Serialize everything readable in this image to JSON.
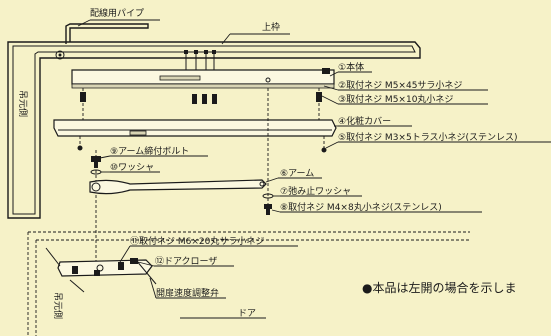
{
  "labels": {
    "wiring_pipe": "配線用パイプ",
    "upper_frame": "上枠",
    "hanging_side_top": "吊元側",
    "hanging_side_bottom": "吊元側",
    "door": "ドア",
    "parts": [
      "①本体",
      "②取付ネジ M5×45サラ小ネジ",
      "③取付ネジ M5×10丸小ネジ",
      "④化粧カバー",
      "⑤取付ネジ M3×5トラス小ネジ(ステンレス)",
      "⑥アーム",
      "⑦弛み止ワッシャ",
      "⑧取付ネジ M4×8丸小ネジ(ステンレス)",
      "⑨アーム締付ボルト",
      "⑩ワッシャ",
      "⑪取付ネジ M6×20丸サラ小ネジ",
      "⑫ドアクローザ",
      "開扉速度調整弁"
    ],
    "note": "●本品は左開の場合を示しま"
  }
}
